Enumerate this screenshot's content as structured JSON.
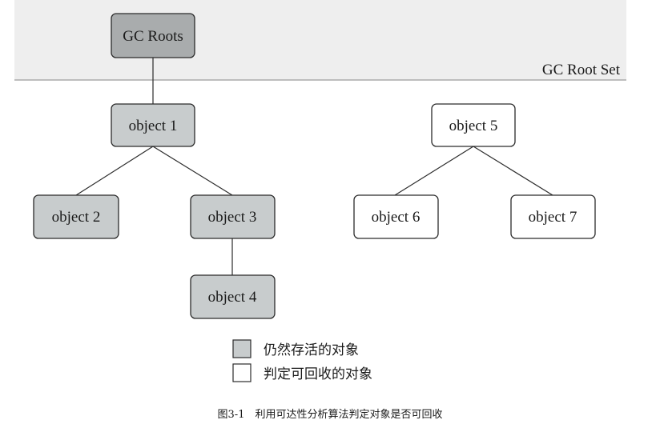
{
  "colors": {
    "live": "#c8cccd",
    "root": "#a9acad",
    "dead": "#ffffff"
  },
  "root_set": {
    "label": "GC Root Set"
  },
  "nodes": {
    "gc_roots": {
      "label": "GC Roots",
      "status": "root"
    },
    "object1": {
      "label": "object 1",
      "status": "live"
    },
    "object2": {
      "label": "object 2",
      "status": "live"
    },
    "object3": {
      "label": "object 3",
      "status": "live"
    },
    "object4": {
      "label": "object 4",
      "status": "live"
    },
    "object5": {
      "label": "object 5",
      "status": "dead"
    },
    "object6": {
      "label": "object 6",
      "status": "dead"
    },
    "object7": {
      "label": "object 7",
      "status": "dead"
    }
  },
  "edges": [
    [
      "gc_roots",
      "object1"
    ],
    [
      "object1",
      "object2"
    ],
    [
      "object1",
      "object3"
    ],
    [
      "object3",
      "object4"
    ],
    [
      "object5",
      "object6"
    ],
    [
      "object5",
      "object7"
    ]
  ],
  "legend": {
    "live_label": "仍然存活的对象",
    "dead_label": "判定可回收的对象"
  },
  "caption": {
    "text": "图3-1　利用可达性分析算法判定对象是否可回收"
  }
}
